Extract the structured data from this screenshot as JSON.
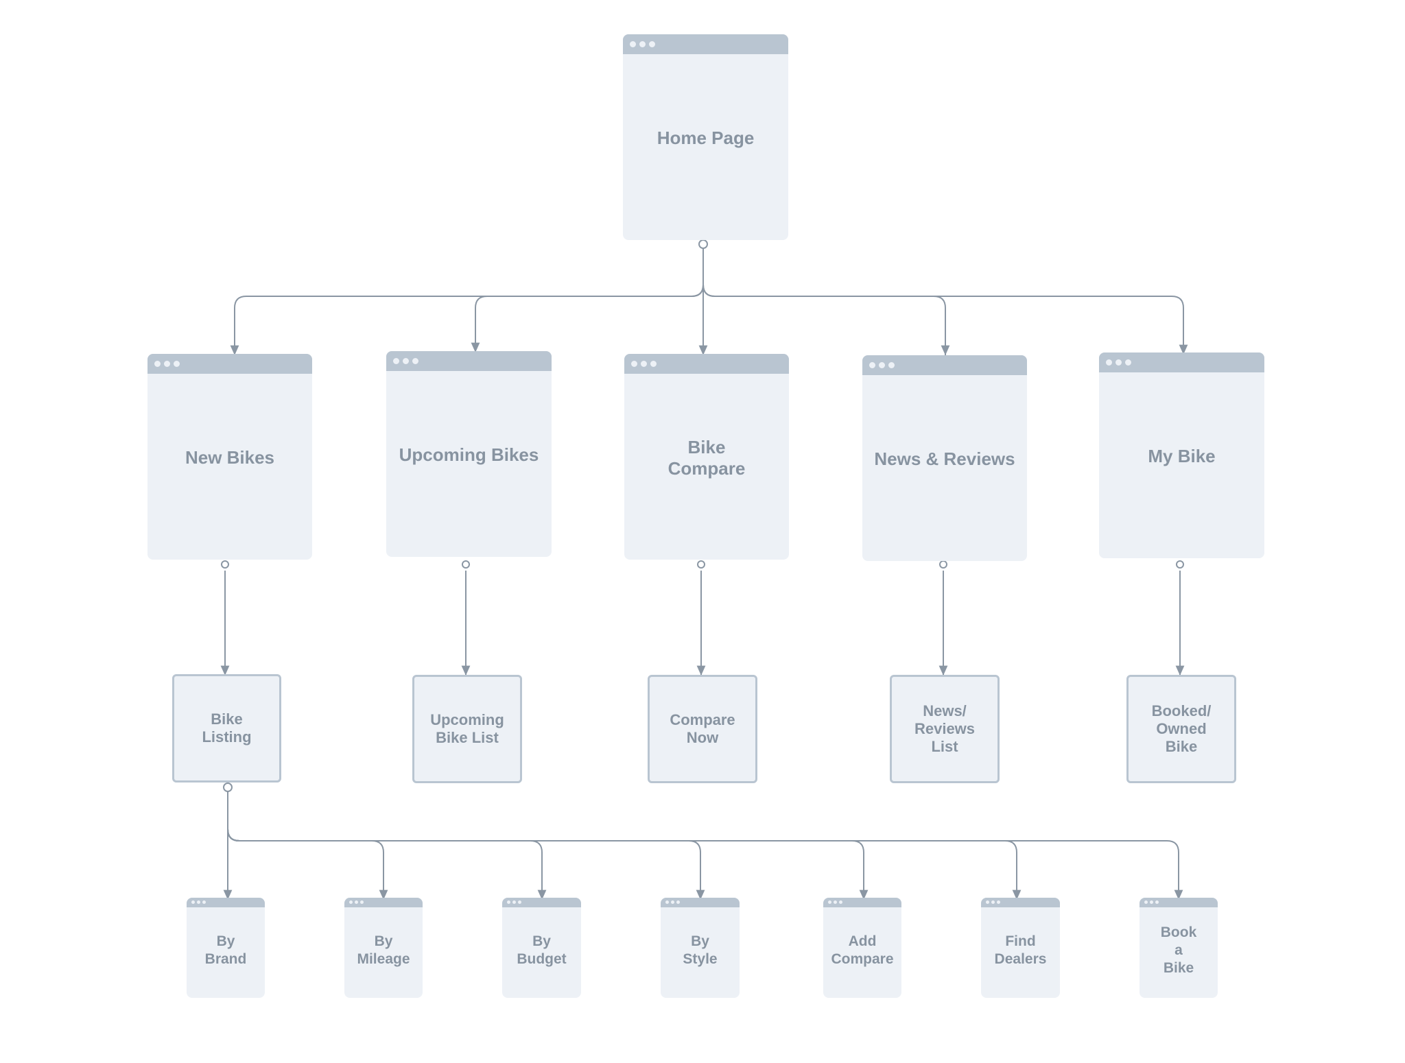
{
  "colors": {
    "node_fill": "#edf1f6",
    "titlebar": "#b9c5d1",
    "box_border": "#b9c5d1",
    "label": "#8793a0",
    "connector": "#8a96a3"
  },
  "nodes": {
    "home": "Home Page",
    "new_bikes": "New Bikes",
    "upcoming_bikes": "Upcoming Bikes",
    "bike_compare": "Bike\nCompare",
    "news_reviews": "News & Reviews",
    "my_bike": "My Bike",
    "bike_listing": "Bike\nListing",
    "upcoming_bike_list": "Upcoming\nBike List",
    "compare_now": "Compare\nNow",
    "news_reviews_list": "News/\nReviews\nList",
    "booked_owned_bike": "Booked/\nOwned\nBike",
    "by_brand": "By\nBrand",
    "by_mileage": "By\nMileage",
    "by_budget": "By\nBudget",
    "by_style": "By\nStyle",
    "add_compare": "Add\nCompare",
    "find_dealers": "Find\nDealers",
    "book_a_bike": "Book\na\nBike"
  }
}
